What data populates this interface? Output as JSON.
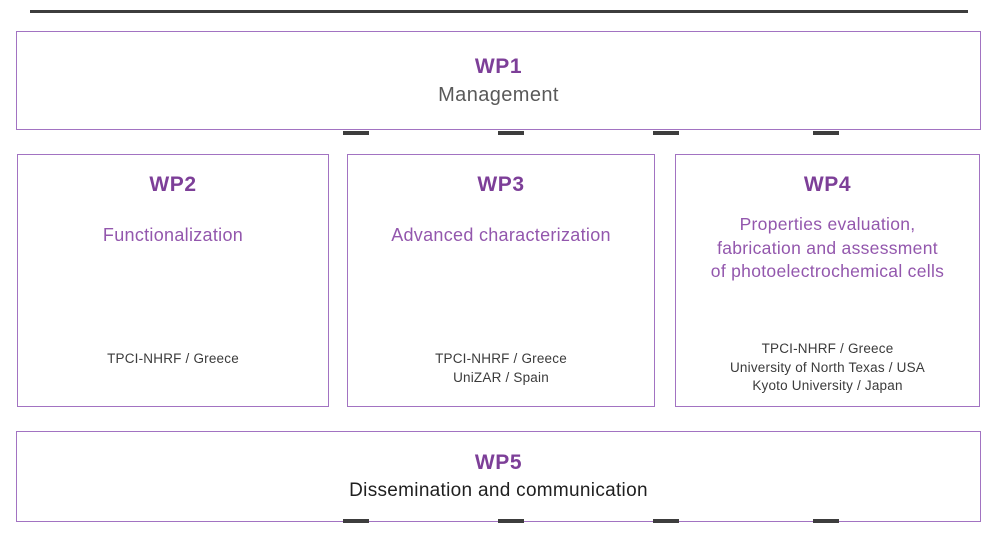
{
  "colors": {
    "box_border_purple": "#a273c2",
    "heading_purple": "#7d3f98",
    "title_purple": "#9357ad",
    "gray_text": "#595959",
    "dark_text": "#1f1f1f",
    "partner_text": "#3b3b3b",
    "line_dark": "#3d3d3d",
    "background": "#ffffff"
  },
  "boxes": {
    "wp1": {
      "id": "WP1",
      "title": "Management"
    },
    "wp2": {
      "id": "WP2",
      "title": "Functionalization",
      "partners": [
        "TPCI-NHRF / Greece"
      ]
    },
    "wp3": {
      "id": "WP3",
      "title": "Advanced characterization",
      "partners": [
        "TPCI-NHRF / Greece",
        "UniZAR / Spain"
      ]
    },
    "wp4": {
      "id": "WP4",
      "title": "Properties evaluation, fabrication and assessment of photoelectrochemical cells",
      "partners": [
        "TPCI-NHRF / Greece",
        "University of North Texas / USA",
        "Kyoto University / Japan"
      ]
    },
    "wp5": {
      "id": "WP5",
      "title": "Dissemination and communication"
    }
  }
}
